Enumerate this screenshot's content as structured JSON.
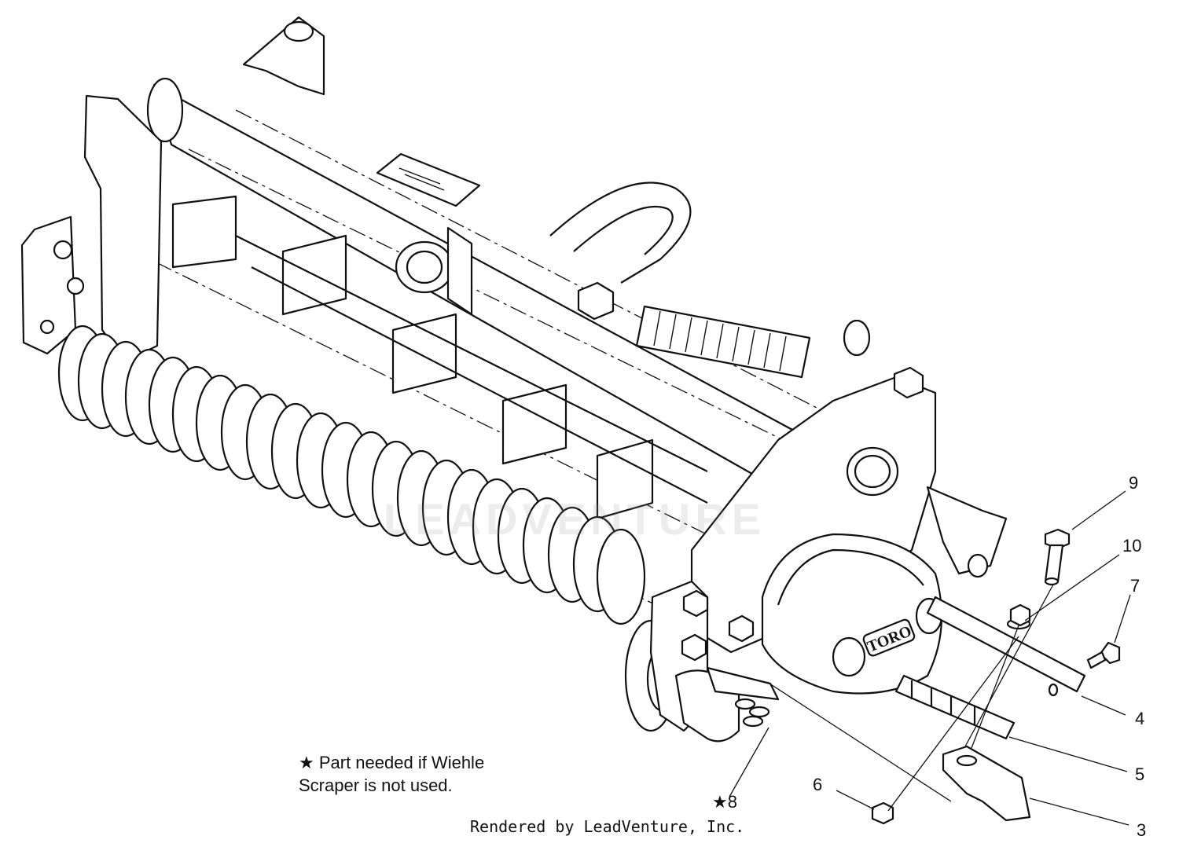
{
  "callouts": [
    "9",
    "10",
    "7",
    "4",
    "5",
    "3",
    "6",
    "★8"
  ],
  "note": {
    "line1": "★ Part needed if Wiehle",
    "line2": "Scraper is not used."
  },
  "footer": "Rendered by LeadVenture, Inc.",
  "watermark": "LEADVENTURE",
  "label_logo": "TORO",
  "colors": {
    "line": "#111111",
    "background": "#ffffff"
  }
}
